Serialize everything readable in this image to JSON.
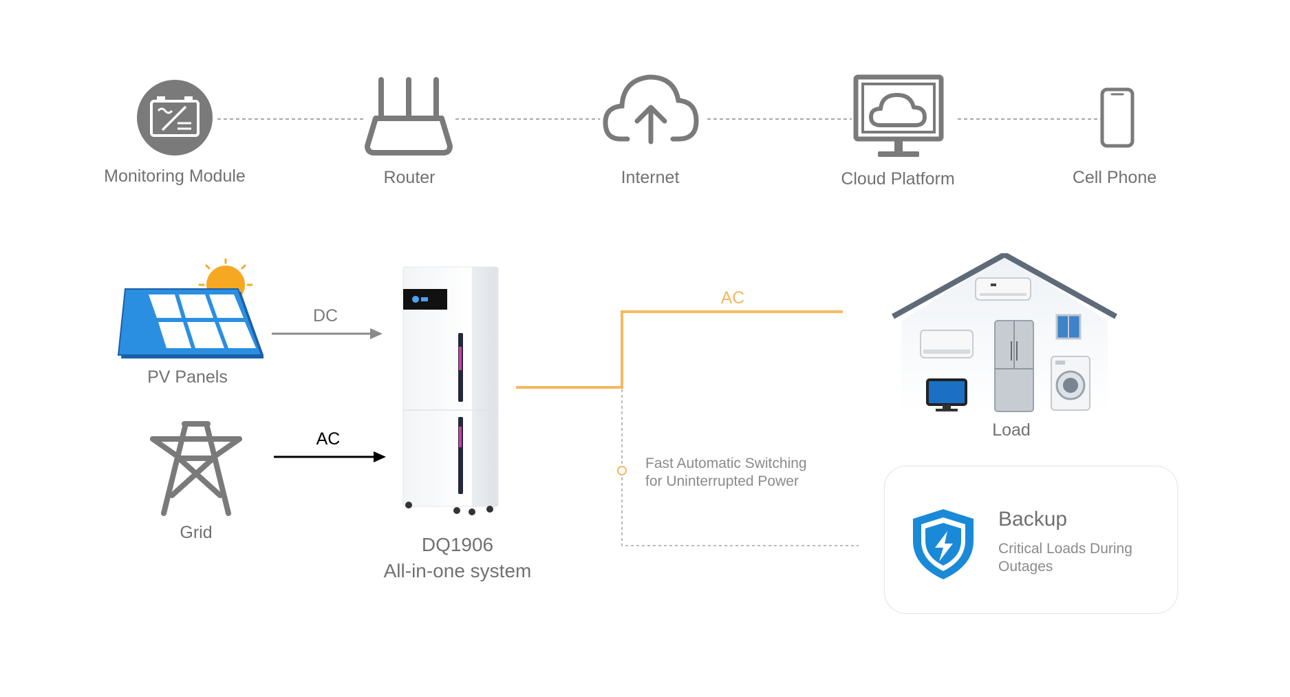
{
  "network": {
    "monitoring_module": "Monitoring Module",
    "router": "Router",
    "internet": "Internet",
    "cloud_platform": "Cloud Platform",
    "cell_phone": "Cell Phone"
  },
  "sources": {
    "pv_panels": "PV Panels",
    "grid": "Grid",
    "dc_label": "DC",
    "ac_label": "AC"
  },
  "system": {
    "model": "DQ1906",
    "description": "All-in-one system"
  },
  "output": {
    "ac_label": "AC",
    "load": "Load",
    "switching_note_line1": "Fast Automatic Switching",
    "switching_note_line2": "for Uninterrupted Power"
  },
  "backup": {
    "title": "Backup",
    "subtitle": "Critical Loads During Outages"
  },
  "colors": {
    "icon_gray": "#7a7a7a",
    "accent_orange": "#f5b860",
    "solar_blue": "#1f86d6",
    "sun_orange": "#f7a823",
    "shield_blue": "#1a8ad8"
  }
}
